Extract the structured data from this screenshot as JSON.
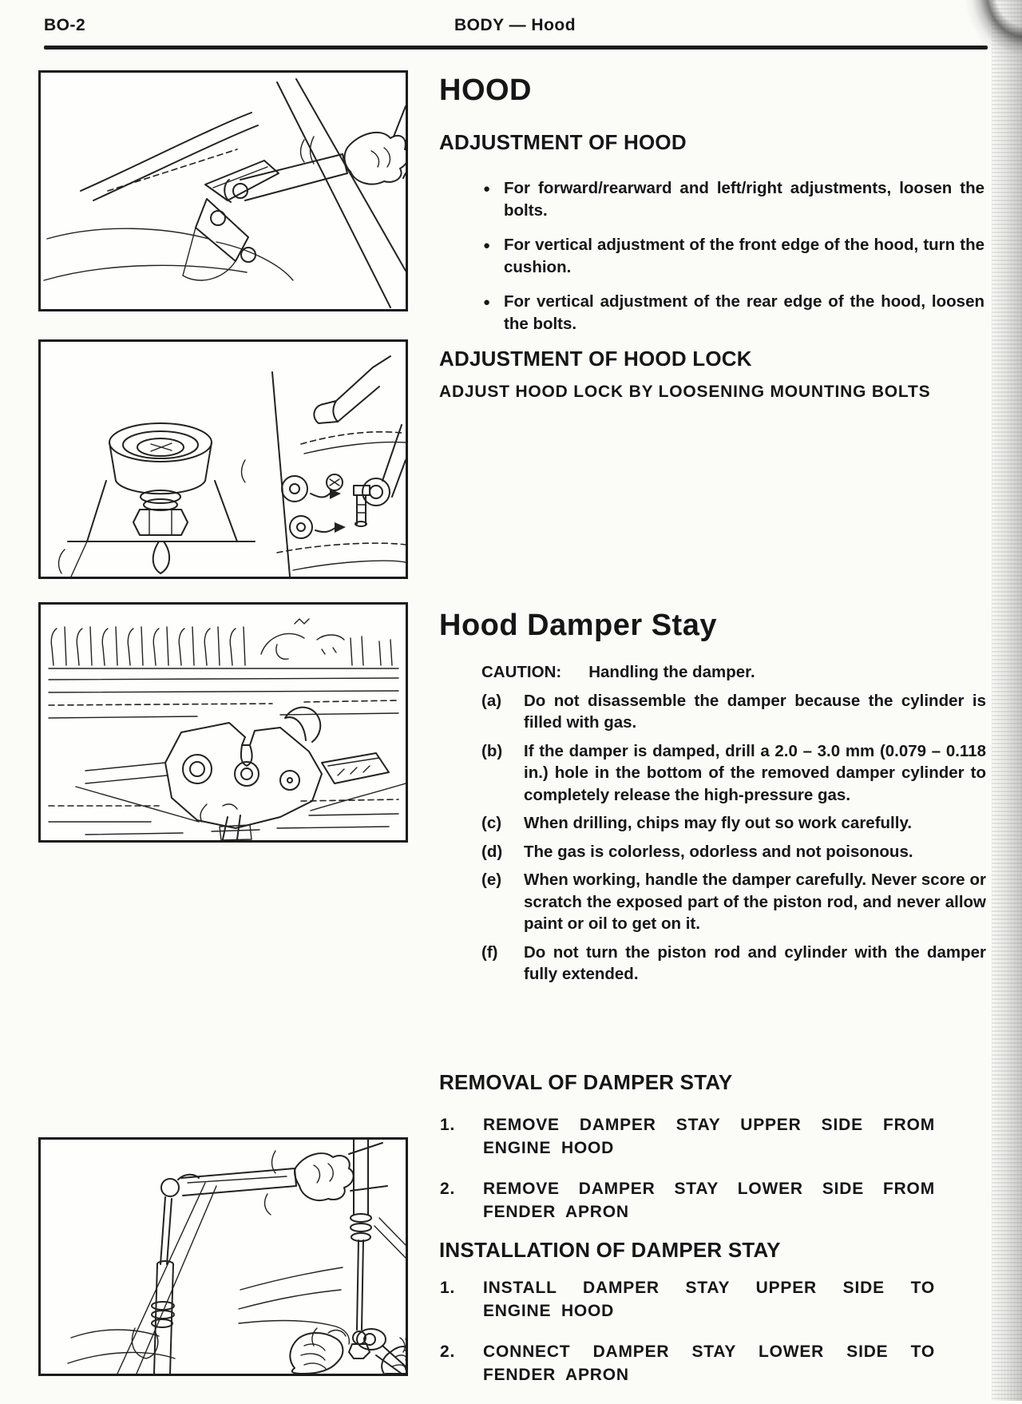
{
  "page": {
    "code": "BO-2",
    "header_title": "BODY — Hood"
  },
  "glyphs": {
    "bullet": "●"
  },
  "colors": {
    "ink": "#161616",
    "paper": "#fbfbf8"
  },
  "sections": {
    "hood": {
      "title": "HOOD",
      "heading": "ADJUSTMENT OF HOOD",
      "bullets": [
        "For forward/rearward and left/right adjustments, loosen the bolts.",
        "For vertical adjustment of the front edge of the hood, turn the cushion.",
        "For vertical adjustment of the rear edge of the hood, loosen the bolts."
      ]
    },
    "hood_lock": {
      "heading": "ADJUSTMENT OF HOOD LOCK",
      "body": "ADJUST HOOD LOCK BY LOOSENING MOUNTING BOLTS"
    },
    "damper_stay": {
      "title": "Hood Damper Stay",
      "caution_label": "CAUTION:",
      "caution_text": "Handling the damper.",
      "items": [
        {
          "label": "(a)",
          "text": "Do not disassemble the damper because the cylinder is filled with gas."
        },
        {
          "label": "(b)",
          "text": "If the damper is damped, drill a 2.0 – 3.0 mm (0.079 – 0.118 in.) hole in the bottom of the removed damper cylinder to completely release the high-pressure gas."
        },
        {
          "label": "(c)",
          "text": "When drilling, chips may fly out so work carefully."
        },
        {
          "label": "(d)",
          "text": "The gas is colorless, odorless and not poisonous."
        },
        {
          "label": "(e)",
          "text": "When working, handle the damper carefully. Never score or scratch the exposed part of the piston rod, and never allow paint or oil to get on it."
        },
        {
          "label": "(f)",
          "text": "Do not turn the piston rod and cylinder with the damper fully extended."
        }
      ]
    },
    "removal": {
      "heading": "REMOVAL OF DAMPER STAY",
      "steps": [
        {
          "num": "1.",
          "lines": [
            "REMOVE DAMPER STAY UPPER SIDE FROM",
            "ENGINE HOOD"
          ]
        },
        {
          "num": "2.",
          "lines": [
            "REMOVE DAMPER STAY LOWER SIDE FROM",
            "FENDER APRON"
          ]
        }
      ]
    },
    "installation": {
      "heading": "INSTALLATION OF DAMPER STAY",
      "steps": [
        {
          "num": "1.",
          "lines": [
            "INSTALL DAMPER STAY UPPER SIDE TO",
            "ENGINE HOOD"
          ]
        },
        {
          "num": "2.",
          "lines": [
            "CONNECT DAMPER STAY LOWER SIDE TO",
            "FENDER APRON"
          ]
        }
      ]
    }
  }
}
